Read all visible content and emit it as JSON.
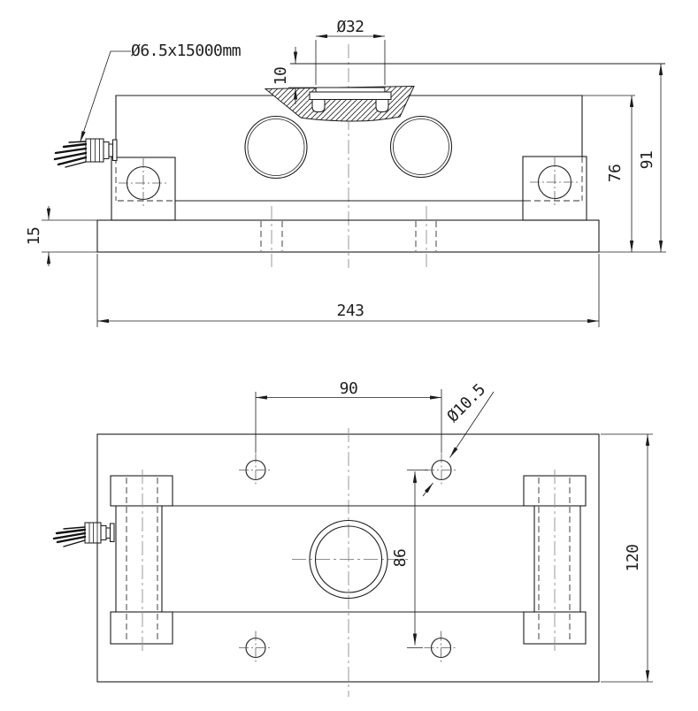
{
  "colors": {
    "line": "#1c1c1c",
    "centerline": "#8f8f8f",
    "background": "#ffffff"
  },
  "views": {
    "front": {
      "labels": {
        "cable": "Ø6.5x15000mm",
        "cap_diameter": "Ø32",
        "cap_height": "10",
        "plate_thickness": "15",
        "overall_length": "243",
        "body_height": "76",
        "overall_height": "91"
      }
    },
    "plan": {
      "labels": {
        "hole_spacing_x": "90",
        "hole_diameter": "Ø10.5",
        "hole_spacing_y": "86",
        "plate_width": "120"
      }
    }
  }
}
